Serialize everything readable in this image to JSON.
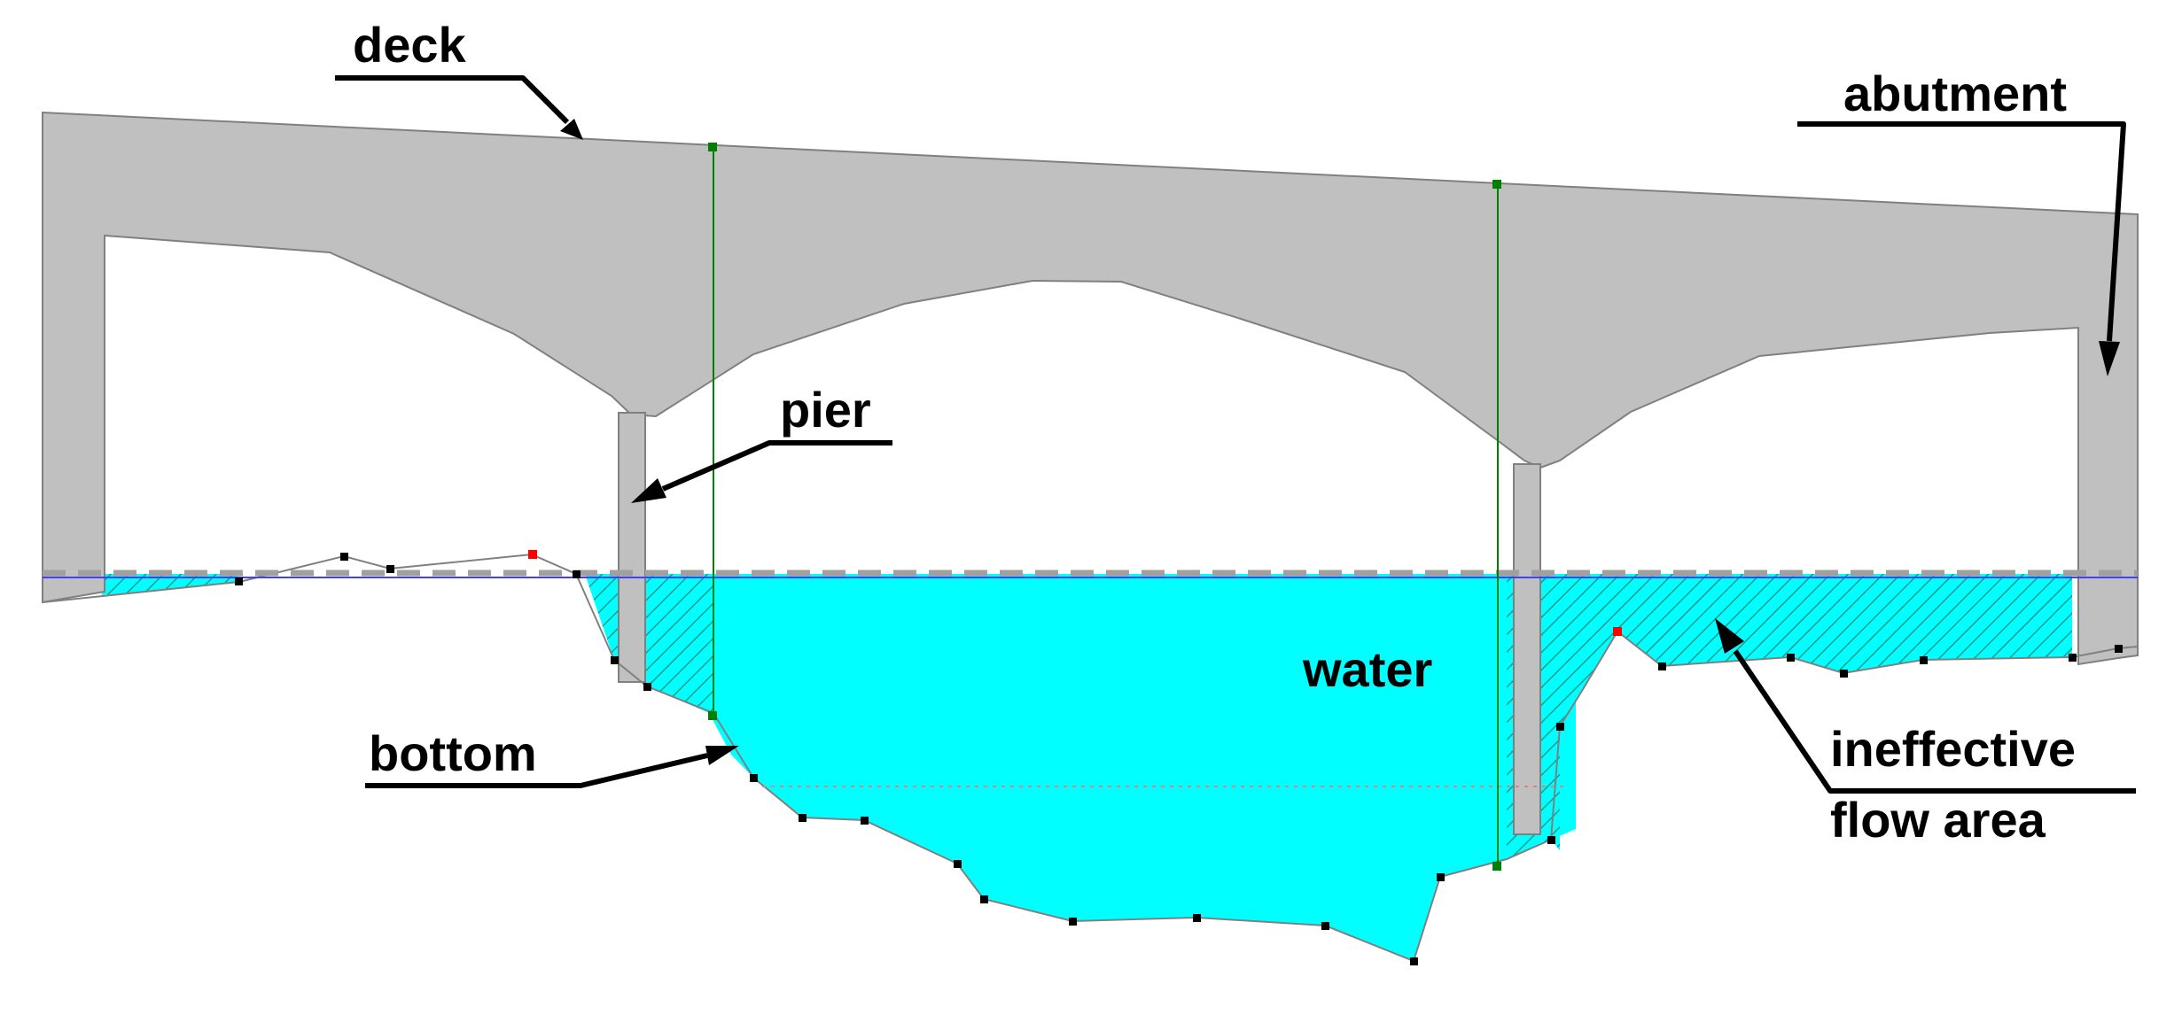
{
  "diagram": {
    "labels": {
      "deck": "deck",
      "abutment": "abutment",
      "pier": "pier",
      "water": "water",
      "bottom": "bottom",
      "ineffective_line1": "ineffective",
      "ineffective_line2": "flow area"
    },
    "colors": {
      "structure": "#C0C0C0",
      "structure_outline": "#808080",
      "water": "#00FFFF",
      "hatch": "#1A9A8A",
      "ground_line": "#808080",
      "water_surface": "#4040FF",
      "dashed_line": "#A0A0A0",
      "marker_green": "#008000",
      "marker_red": "#FF0000",
      "ground_point": "#000000",
      "leader": "#000000"
    }
  }
}
